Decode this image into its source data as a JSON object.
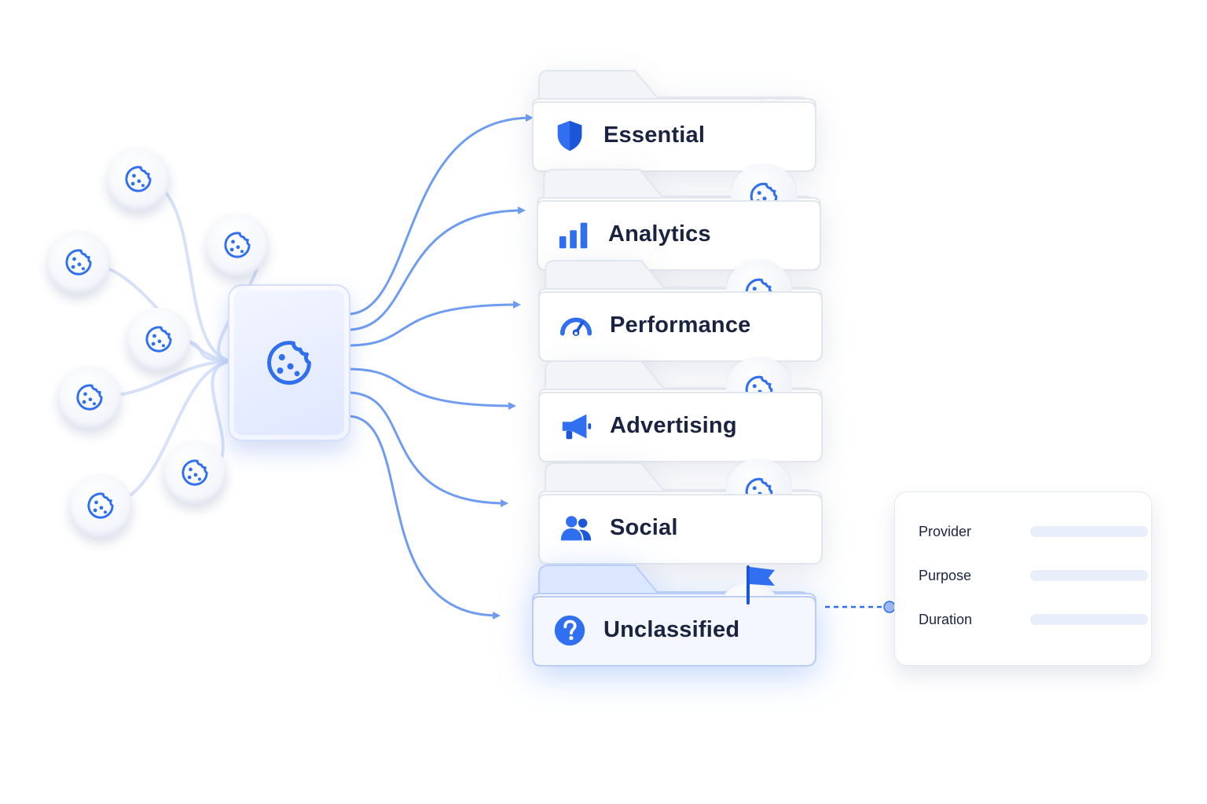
{
  "colors": {
    "accent": "#2f6ff0",
    "accent_dark": "#1c56d8",
    "link": "#6f9cf0",
    "text": "#1a2340"
  },
  "hub": {
    "icon": "cookie-icon"
  },
  "source_cookies": [
    {
      "icon": "cookie-icon"
    },
    {
      "icon": "cookie-icon"
    },
    {
      "icon": "cookie-icon"
    },
    {
      "icon": "cookie-icon"
    },
    {
      "icon": "cookie-icon"
    },
    {
      "icon": "cookie-icon"
    },
    {
      "icon": "cookie-icon"
    }
  ],
  "categories": [
    {
      "label": "Essential",
      "icon": "shield-icon"
    },
    {
      "label": "Analytics",
      "icon": "bar-chart-icon"
    },
    {
      "label": "Performance",
      "icon": "speedometer-icon"
    },
    {
      "label": "Advertising",
      "icon": "megaphone-icon"
    },
    {
      "label": "Social",
      "icon": "users-icon"
    },
    {
      "label": "Unclassified",
      "icon": "question-icon",
      "highlighted": true,
      "flag_icon": "flag-icon"
    }
  ],
  "details_card": {
    "fields": [
      {
        "label": "Provider"
      },
      {
        "label": "Purpose"
      },
      {
        "label": "Duration"
      }
    ]
  }
}
